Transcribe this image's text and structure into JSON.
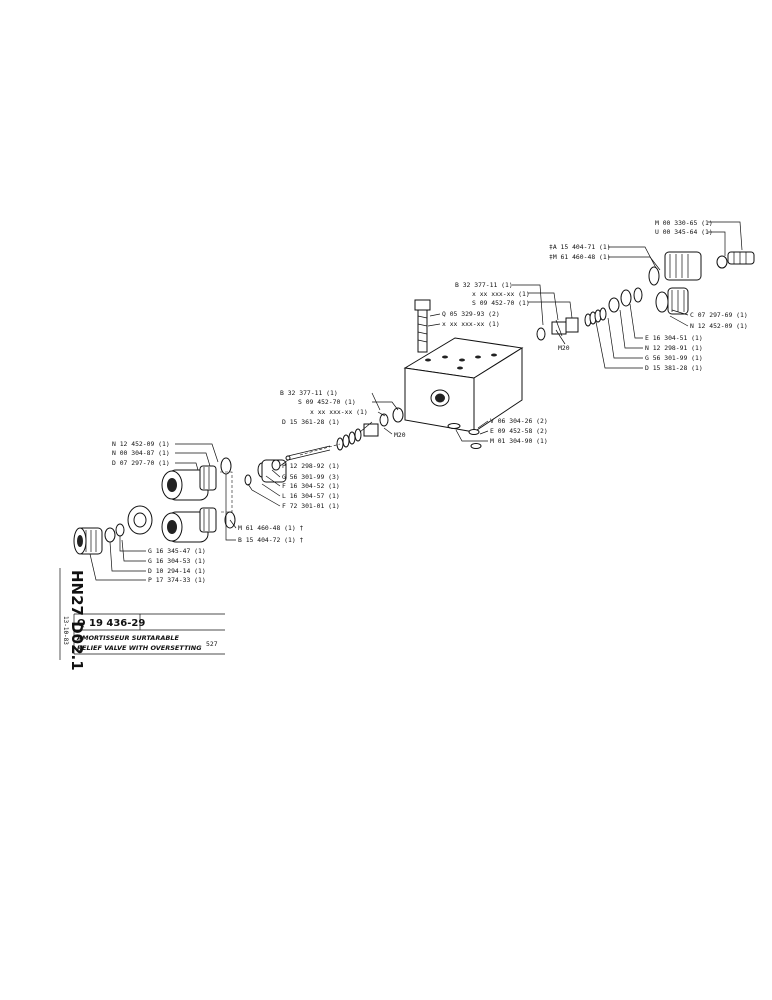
{
  "sheet": {
    "code": "HN27 D02.1",
    "date": "13-10-83",
    "part_number": "Q 19 436-29",
    "title_fr": "AMORTISSEUR SURTARABLE",
    "title_en": "RELIEF VALVE WITH OVERSETTING",
    "sheet_ref": "527"
  },
  "callouts": {
    "m00330": "M 00 330-65 (1)",
    "u00345": "U 00 345-64 (1)",
    "a15404_71": "‡A 15 404-71 (1)",
    "m61460_top": "‡M 61 460-48 (1)",
    "c07297": "C 07 297-69 (1)",
    "n12452_right": "N 12 452-09 (1)",
    "e16304": "E 16 304-51 (1)",
    "n12298": "N 12 298-91 (1)",
    "g56301_right": "G 56 301-99 (1)",
    "d15381": "D 15 381-28 (1)",
    "b32377_top": "B 32 377-11 (1)",
    "xx_top1": "x xx xxx-xx (1)",
    "s09452_top": "S 09 452-70 (1)",
    "q05329": "Q 05 329-93 (2)",
    "xx_top2": "x xx xxx-xx (1)",
    "m20_top": "M20",
    "v06304": "V 06 304-26 (2)",
    "e09452": "E 09 452-58 (2)",
    "m01304": "M 01 304-90 (1)",
    "b32377_mid": "B 32 377-11 (1)",
    "s09452_mid": "S 09 452-70 (1)",
    "xx_mid": "x xx xxx-xx (1)",
    "d15361": "D 15 361-28 (1)",
    "m20_mid": "M20",
    "n12452_left": "N 12 452-09 (1)",
    "n00304": "N 00 304-87 (1)",
    "d07297": "D 07 297-70 (1)",
    "p12298": "P 12 298-92 (1)",
    "g56301_mid": "G 56 301-99 (3)",
    "f16304": "F 16 304-52 (1)",
    "l16304": "L 16 304-57 (1)",
    "f72301": "F 72 301-01 (1)",
    "m61460_bot": "M 61 460-48 (1) †",
    "b15404_72": "B 15 404-72 (1) †",
    "g16345": "G 16 345-47 (1)",
    "g16304": "G 16 304-53 (1)",
    "d10294": "D 10 294-14 (1)",
    "p17374": "P 17 374-33 (1)"
  }
}
